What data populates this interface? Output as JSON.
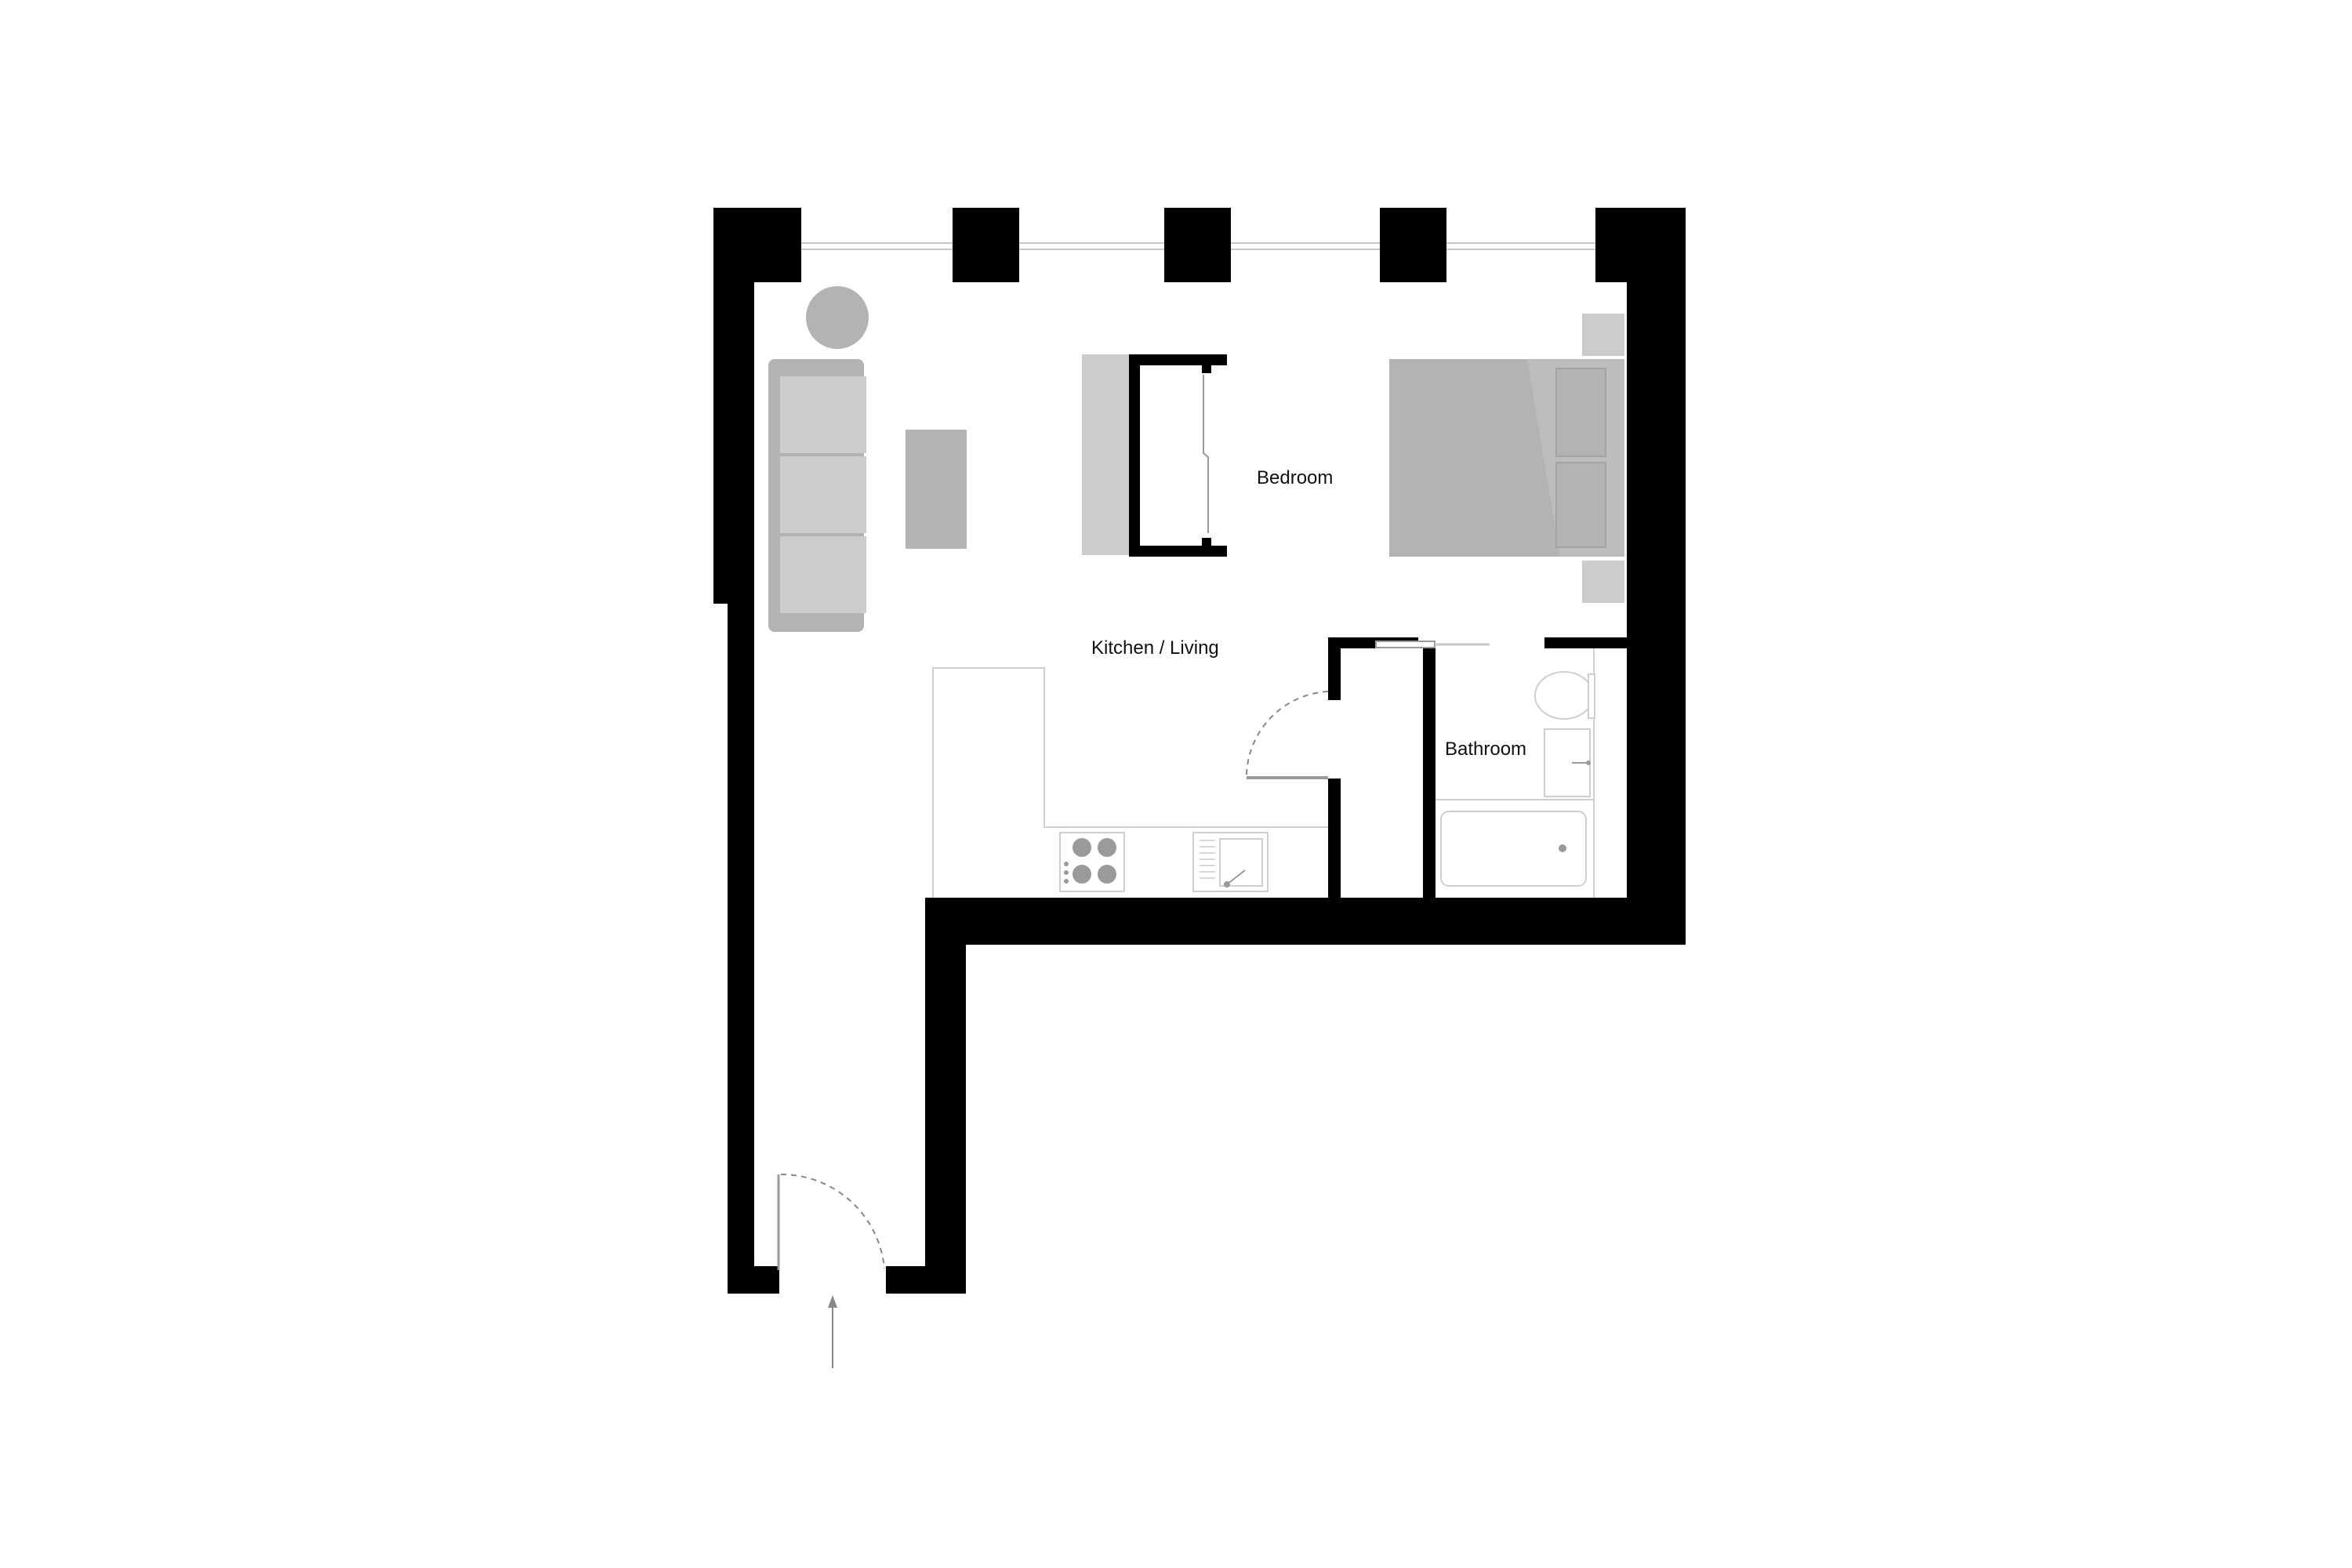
{
  "rooms": {
    "bedroom": "Bedroom",
    "kitchen_living": "Kitchen / Living",
    "bathroom": "Bathroom"
  },
  "colors": {
    "wall": "#000000",
    "furniture_light": "#cccccc",
    "furniture_mid": "#b3b3b3",
    "fixture_line": "#cfcfcf"
  }
}
